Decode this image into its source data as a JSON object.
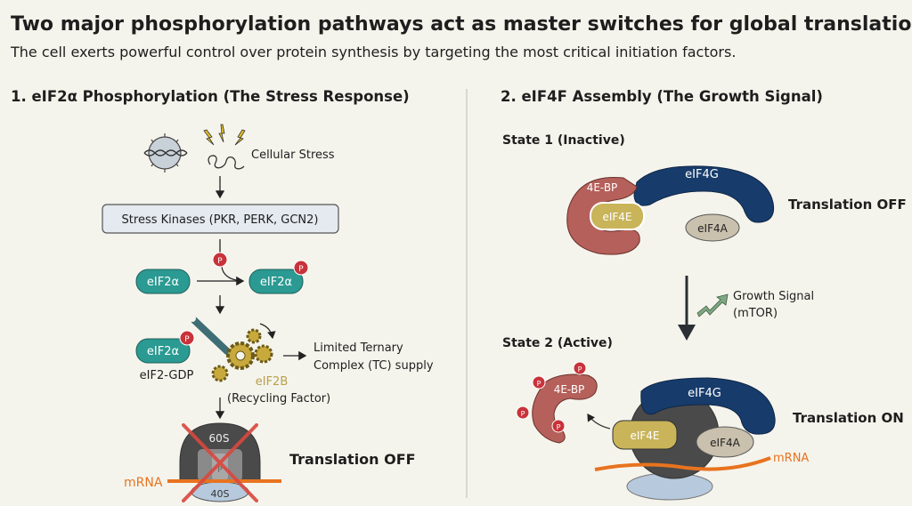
{
  "header": {
    "title": "Two major phosphorylation pathways act as master switches for global translation",
    "subtitle": "The cell exerts powerful control over protein synthesis by targeting the most critical initiation factors."
  },
  "left": {
    "title": "1. eIF2α Phosphorylation (The Stress Response)",
    "stress_label": "Cellular Stress",
    "kinases_box": "Stress Kinases (PKR, PERK, GCN2)",
    "phospho": "P",
    "eif2a": "eIF2α",
    "eif2_gdp": "eIF2-GDP",
    "eif2b": "eIF2B",
    "recycling": "(Recycling Factor)",
    "tc_line1": "Limited Ternary",
    "tc_line2": "Complex (TC) supply",
    "ribo_60s": "60S",
    "ribo_40s": "40S",
    "ribo_site": "P",
    "mrna": "mRNA",
    "outcome": "Translation OFF"
  },
  "right": {
    "title": "2. eIF4F Assembly (The Growth Signal)",
    "state1": "State 1 (Inactive)",
    "state2": "State 2 (Active)",
    "bp": "4E-BP",
    "eif4g": "eIF4G",
    "eif4e": "eIF4E",
    "eif4a": "eIF4A",
    "phospho": "P",
    "outcome1": "Translation OFF",
    "growth1": "Growth Signal",
    "growth2": "(mTOR)",
    "mrna": "mRNA",
    "outcome2": "Translation ON"
  },
  "colors": {
    "background": "#f5f4ec",
    "eif2a": "#2a9a92",
    "phospho": "#c8323a",
    "eif2b": "#b8a04e",
    "mrna": "#e8731f",
    "bp": "#b5605a",
    "eif4g": "#173c6b",
    "eif4e": "#c9b45a",
    "eif4a": "#c9c0ad",
    "growth": "#7fa882",
    "cross": "#d9483f"
  }
}
